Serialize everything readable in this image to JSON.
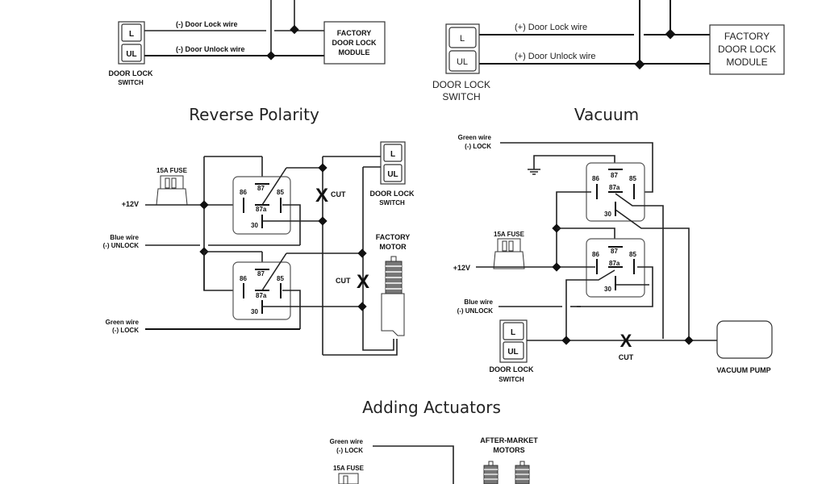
{
  "sections": {
    "top_left": {
      "lock_wire": "(-) Door Lock wire",
      "unlock_wire": "(-) Door Unlock wire",
      "switch_L": "L",
      "switch_UL": "UL",
      "switch_label_1": "DOOR LOCK",
      "switch_label_2": "SWITCH",
      "module_1": "FACTORY",
      "module_2": "DOOR LOCK",
      "module_3": "MODULE"
    },
    "top_right": {
      "lock_wire": "(+) Door Lock wire",
      "unlock_wire": "(+) Door Unlock wire",
      "switch_L": "L",
      "switch_UL": "UL",
      "switch_label_1": "DOOR LOCK",
      "switch_label_2": "SWITCH",
      "module_1": "FACTORY",
      "module_2": "DOOR LOCK",
      "module_3": "MODULE"
    },
    "reverse_polarity": {
      "title": "Reverse Polarity",
      "fuse": "15A FUSE",
      "v12": "+12V",
      "blue_1": "Blue wire",
      "blue_2": "(-) UNLOCK",
      "green_1": "Green wire",
      "green_2": "(-) LOCK",
      "cut": "CUT",
      "switch_L": "L",
      "switch_UL": "UL",
      "switch_label_1": "DOOR LOCK",
      "switch_label_2": "SWITCH",
      "motor_1": "FACTORY",
      "motor_2": "MOTOR",
      "pins": {
        "p86": "86",
        "p87": "87",
        "p85": "85",
        "p87a": "87a",
        "p30": "30"
      }
    },
    "vacuum": {
      "title": "Vacuum",
      "green_1": "Green wire",
      "green_2": "(-) LOCK",
      "fuse": "15A FUSE",
      "v12": "+12V",
      "blue_1": "Blue wire",
      "blue_2": "(-) UNLOCK",
      "cut": "CUT",
      "switch_L": "L",
      "switch_UL": "UL",
      "switch_label_1": "DOOR LOCK",
      "switch_label_2": "SWITCH",
      "pump": "VACUUM PUMP",
      "pins": {
        "p86": "86",
        "p87": "87",
        "p85": "85",
        "p87a": "87a",
        "p30": "30"
      }
    },
    "adding_actuators": {
      "title": "Adding Actuators",
      "green_1": "Green wire",
      "green_2": "(-) LOCK",
      "fuse": "15A FUSE",
      "motors_1": "AFTER-MARKET",
      "motors_2": "MOTORS"
    }
  }
}
